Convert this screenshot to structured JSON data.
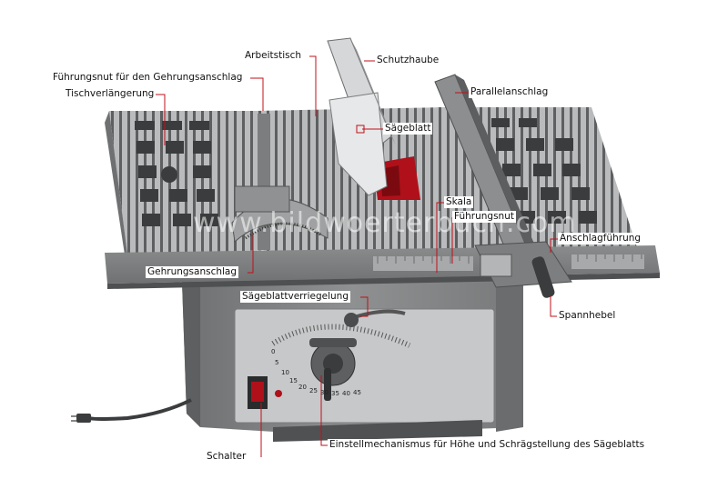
{
  "labels": {
    "arbeitstisch": "Arbeitstisch",
    "schutzhaube": "Schutzhaube",
    "fuehrungsnut_gehrung": "Führungsnut für den Gehrungsanschlag",
    "parallelanschlag": "Parallelanschlag",
    "tischverlaengerung": "Tischverlängerung",
    "saegeblatt": "Sägeblatt",
    "skala": "Skala",
    "fuehrungsnut": "Führungsnut",
    "anschlagfuehrung": "Anschlagführung",
    "gehrungsanschlag": "Gehrungsanschlag",
    "saegeblattverriegelung": "Sägeblattverriegelung",
    "spannhebel": "Spannhebel",
    "schalter": "Schalter",
    "einstellmechanismus": "Einstellmechanismus für Höhe und Schrägstellung des Sägeblatts"
  },
  "watermark": "www.bildwoerterbuch.com",
  "bevel_scale": [
    "0",
    "5",
    "10",
    "15",
    "20",
    "25",
    "30",
    "35",
    "40",
    "45"
  ],
  "colors": {
    "leader": "#c0101a",
    "blade": "#b0101a",
    "body": "#8d8f90",
    "table": "#a3a5a6"
  }
}
